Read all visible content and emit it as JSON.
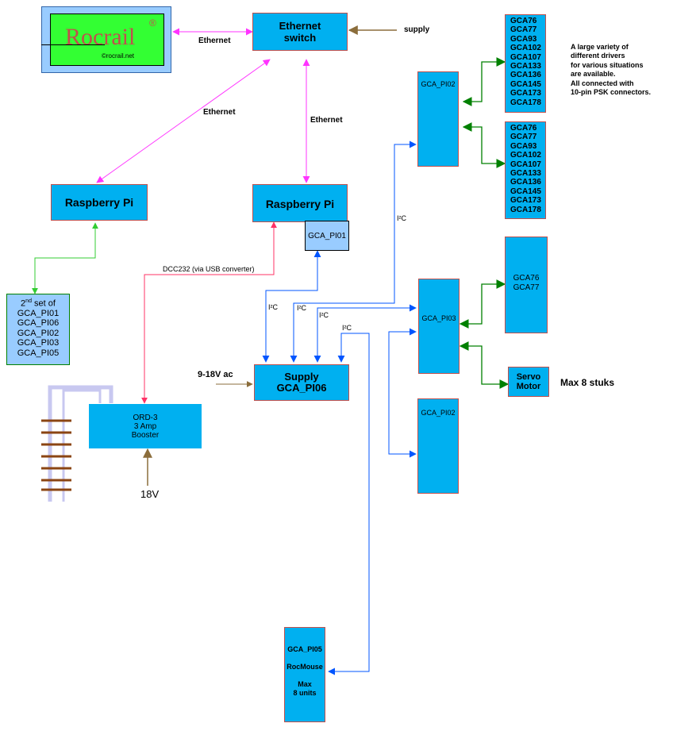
{
  "rocrail": {
    "logo_text": "Rocrail",
    "registered": "®",
    "url": "©rocrail.net"
  },
  "switch": {
    "line1": "Ethernet",
    "line2": "switch"
  },
  "supply_label": "supply",
  "ethernet_label": "Ethernet",
  "rpi_left": "Raspberry Pi",
  "rpi_right": "Raspberry Pi",
  "gca_pi01": "GCA_PI01",
  "second_set": {
    "prefix": "2",
    "sup": "nd",
    "suffix": " set of",
    "items": [
      "GCA_PI01",
      "GCA_PI06",
      "GCA_PI02",
      "GCA_PI03",
      "GCA_PI05"
    ]
  },
  "dcc_label": "DCC232 (via USB converter)",
  "i2c_label": "I²C",
  "supply_box": {
    "line1": "Supply",
    "line2": "GCA_PI06"
  },
  "ac_label": "9-18V ac",
  "booster": {
    "line1": "ORD-3",
    "line2": "3 Amp",
    "line3": "Booster"
  },
  "v18_label": "18V",
  "gca_pi02": "GCA_PI02",
  "gca_pi03": "GCA_PI03",
  "gca_pi05_box": {
    "line1": "GCA_PI05",
    "line2": "RocMouse",
    "line3": "Max",
    "line4": "8 units"
  },
  "drivers": [
    "GCA76",
    "GCA77",
    "GCA93",
    "GCA102",
    "GCA107",
    "GCA133",
    "GCA136",
    "GCA145",
    "GCA173",
    "GCA178"
  ],
  "gca76_77": [
    "GCA76",
    "GCA77"
  ],
  "servo": {
    "line1": "Servo",
    "line2": "Motor"
  },
  "max8": "Max 8 stuks",
  "note": [
    "A large variety of",
    "different drivers",
    "for various situations",
    "are available.",
    "All connected with",
    "10-pin PSK connectors."
  ],
  "colors": {
    "box_fill": "#00b0f0",
    "box_border": "#c0504d",
    "light_box": "#99ccff",
    "rocrail_green": "#33ff33",
    "magenta": "#ff33ff",
    "blue": "#0055ff",
    "green": "#008000",
    "brown": "#8b6d3b",
    "red": "#ff3366",
    "rail": "#c8c8f0",
    "sleeper": "#8b4513"
  }
}
